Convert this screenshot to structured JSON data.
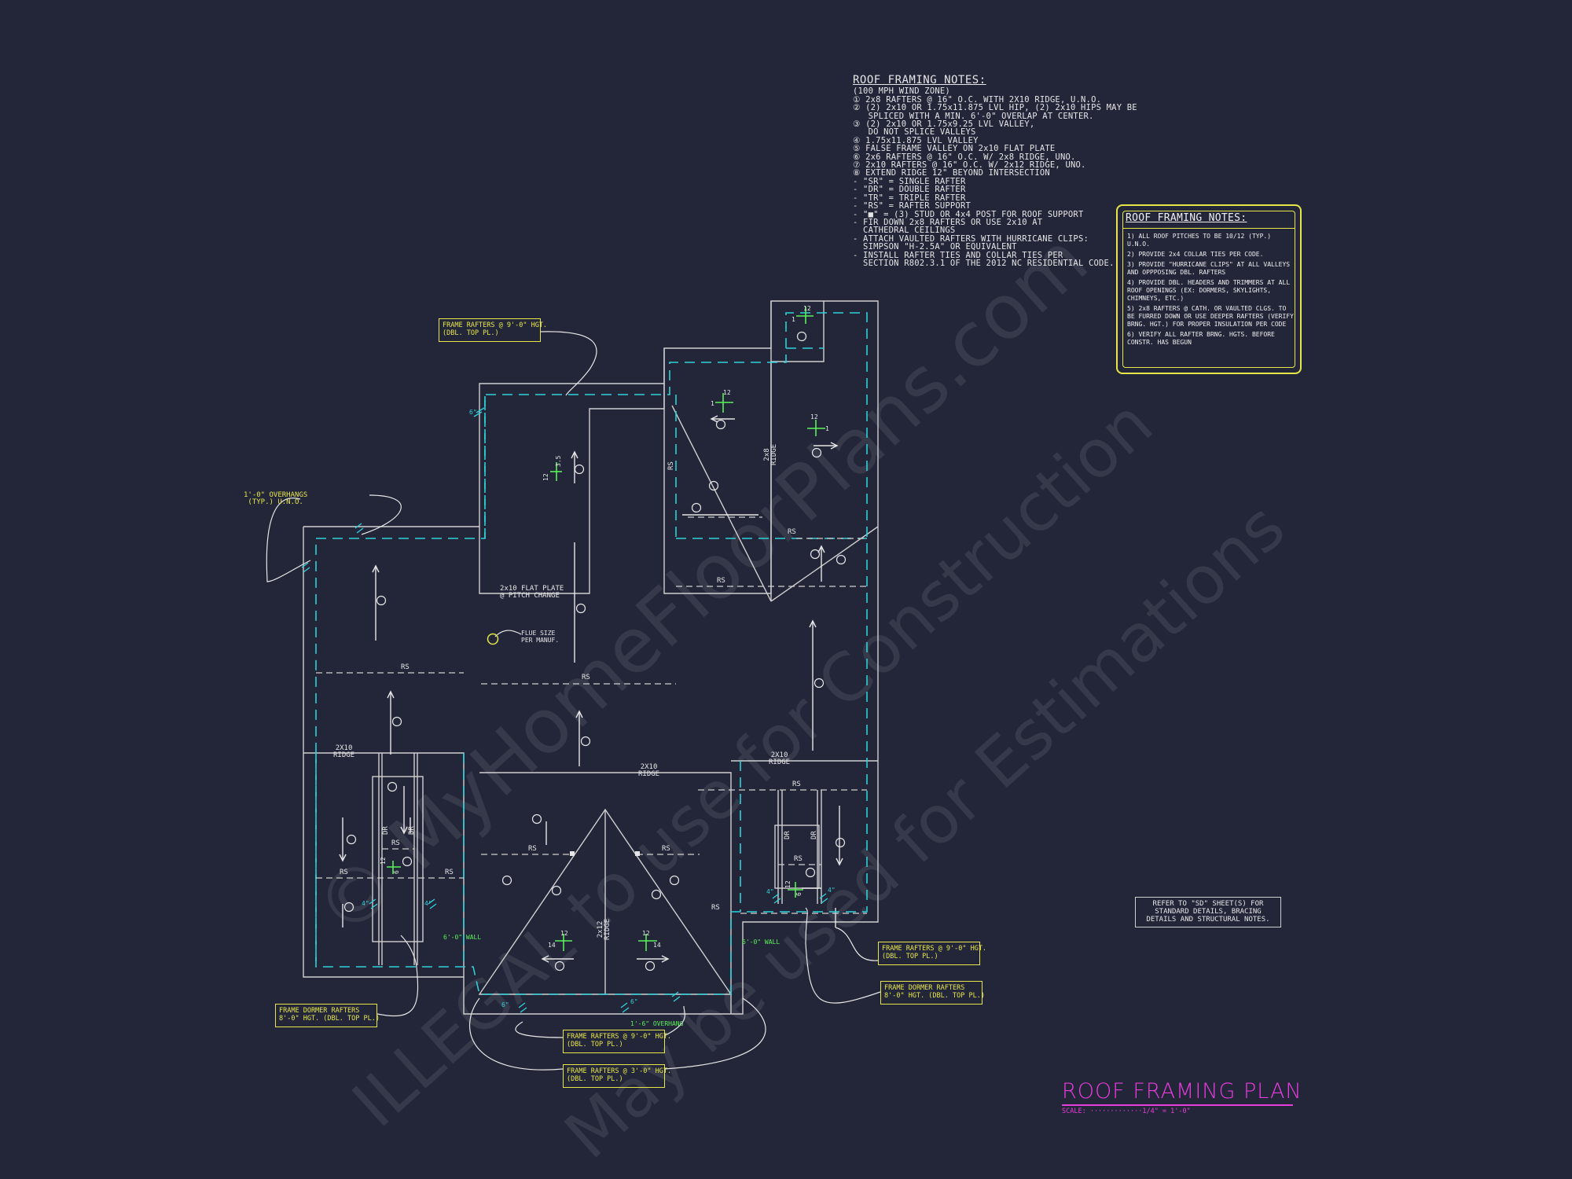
{
  "notes_main": {
    "title": "ROOF FRAMING NOTES:",
    "lines": [
      "(100 MPH WIND ZONE)",
      "① 2x8 RAFTERS @ 16\" O.C. WITH 2X10 RIDGE, U.N.O.",
      "② (2) 2x10 OR 1.75x11.875 LVL HIP, (2) 2x10 HIPS MAY BE",
      "   SPLICED WITH A MIN. 6'-0\" OVERLAP AT CENTER.",
      "③ (2) 2x10 OR 1.75x9.25 LVL VALLEY,",
      "   DO NOT SPLICE VALLEYS",
      "④ 1.75x11.875 LVL VALLEY",
      "⑤ FALSE FRAME VALLEY ON 2x10 FLAT PLATE",
      "⑥ 2x6 RAFTERS @ 16\" O.C. W/ 2x8 RIDGE, UNO.",
      "⑦ 2x10 RAFTERS @ 16\" O.C. W/ 2x12 RIDGE, UNO.",
      "⑧ EXTEND RIDGE 12\" BEYOND INTERSECTION",
      "- \"SR\" = SINGLE RAFTER",
      "- \"DR\" = DOUBLE RAFTER",
      "- \"TR\" = TRIPLE RAFTER",
      "- \"RS\" = RAFTER SUPPORT",
      "- \"■\" = (3) STUD OR 4x4 POST FOR ROOF SUPPORT",
      "- FIR DOWN 2x8 RAFTERS OR USE 2x10 AT",
      "  CATHEDRAL CEILINGS",
      "- ATTACH VAULTED RAFTERS WITH HURRICANE CLIPS:",
      "  SIMPSON \"H-2.5A\" OR EQUIVALENT",
      "- INSTALL RAFTER TIES AND COLLAR TIES PER",
      "  SECTION R802.3.1 OF THE 2012 NC RESIDENTIAL CODE."
    ]
  },
  "notes_box": {
    "title": "ROOF FRAMING NOTES:",
    "items": [
      "1) ALL ROOF PITCHES TO BE 10/12 (TYP.) U.N.O.",
      "2) PROVIDE 2x4 COLLAR TIES PER CODE.",
      "3) PROVIDE \"HURRICANE CLIPS\" AT ALL VALLEYS AND OPPPOSING DBL. RAFTERS",
      "4) PROVIDE DBL. HEADERS AND TRIMMERS AT ALL ROOF OPENINGS (EX: DORMERS, SKYLIGHTS, CHIMNEYS, ETC.)",
      "5) 2x8 RAFTERS @ CATH. OR VAULTED CLGS. TO BE FURRED DOWN OR USE DEEPER RAFTERS (VERIFY BRNG. HGT.) FOR PROPER INSULATION PER CODE",
      "6) VERIFY ALL RAFTER BRNG. HGTS. BEFORE CONSTR. HAS BEGUN"
    ]
  },
  "callouts": {
    "frame_9_top": "FRAME RAFTERS @ 9'-0\" HGT.\n(DBL. TOP PL.)",
    "frame_9_right": "FRAME RAFTERS @ 9'-0\" HGT.\n(DBL. TOP PL.)",
    "dormer_8_right": "FRAME DORMER RAFTERS\n8'-0\" HGT. (DBL. TOP PL.)",
    "dormer_8_left": "FRAME DORMER RAFTERS\n8'-0\" HGT. (DBL. TOP PL.)",
    "frame_9_bottom": "FRAME RAFTERS @ 9'-0\" HGT.\n(DBL. TOP PL.)",
    "frame_3_bottom": "FRAME RAFTERS @ 3'-0\" HGT.\n(DBL. TOP PL.)"
  },
  "plan_labels": {
    "overhangs": "1'-0\" OVERHANGS\n(TYP.) U.N.O.",
    "flat_plate": "2x10 FLAT PLATE\n@ PITCH CHANGE",
    "flue": "FLUE SIZE\nPER MANUF.",
    "ridge_2x10_left": "2X10\nRIDGE",
    "ridge_2x10_center": "2X10\nRIDGE",
    "ridge_2x10_right": "2X10\nRIDGE",
    "ridge_2x8": "2x8\nRIDGE",
    "ridge_2x12": "2x12\nRIDGE",
    "rs": "RS",
    "dr": "DR",
    "wall_left": "6'-0\" WALL",
    "wall_right": "6'-0\" WALL",
    "overhang_bottom": "1'-6\" OVERHANG",
    "pitch_12": "12",
    "pitch_3_5": "3.5",
    "pitch_14": "14",
    "pitch_6": "6",
    "pitch_1": "1",
    "dim_6": "6\"",
    "dim_4": "4\""
  },
  "ref_box": "REFER TO \"SD\" SHEET(S) FOR\nSTANDARD DETAILS, BRACING\nDETAILS AND STRUCTURAL NOTES.",
  "title": {
    "name": "ROOF FRAMING PLAN",
    "scale": "SCALE: ·············1/4\" = 1'-0\""
  },
  "watermark": {
    "line1": "© MyHomeFloorPlans.com",
    "line2": "ILLEGAL to use for Construction",
    "line3": "May be used for Estimations"
  },
  "colors": {
    "background": "#232639",
    "wall_line": "#cfcfcf",
    "overhang_dash": "#2fd0d8",
    "callout": "#e6e64a",
    "pitch_mark": "#5af05a",
    "title": "#e83cdc"
  }
}
